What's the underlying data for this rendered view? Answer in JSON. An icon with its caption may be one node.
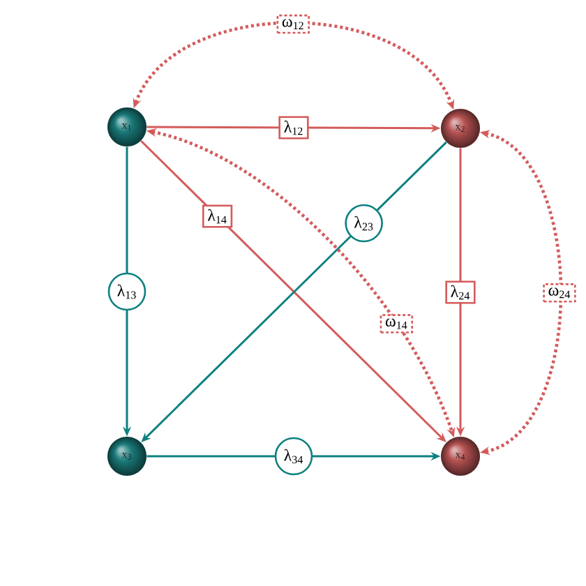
{
  "diagram": {
    "nodes": [
      {
        "text": [
          "x$_{1}$"
        ]
      },
      {
        "text": [
          "x$_{2}$"
        ]
      },
      {
        "text": [
          "x$_{3}$"
        ]
      },
      {
        "text": [
          "x$_{4}$"
        ]
      }
    ],
    "edges": [
      {
        "from": 0,
        "to": 1,
        "arrow": "to",
        "label": "λ$_{12}$"
      },
      {
        "from": 0,
        "to": 2,
        "arrow": "to",
        "label": "λ$_{13}$",
        "color": "#0e8080"
      },
      {
        "from": 0,
        "to": 3,
        "arrow": "to",
        "label": "λ$_{14}$"
      },
      {
        "from": 1,
        "to": 2,
        "arrow": "to",
        "label": "λ$_{23}$",
        "color": "#0e8080"
      },
      {
        "from": 1,
        "to": 3,
        "arrow": "to",
        "label": "λ$_{24}$"
      },
      {
        "from": 2,
        "to": 3,
        "arrow": "to",
        "label": "λ$_{34}$",
        "color": "#0e8080"
      },
      {
        "from": 0,
        "to": 1,
        "arrow": "both",
        "label": "ω$_{12}$",
        "style": "dashed"
      },
      {
        "from": 0,
        "to": 3,
        "arrow": "both",
        "label": "ω$_{14}$",
        "style": "dashed"
      },
      {
        "from": 1,
        "to": 3,
        "arrow": "both",
        "label": "ω$_{24}$",
        "style": "dashed"
      }
    ]
  }
}
